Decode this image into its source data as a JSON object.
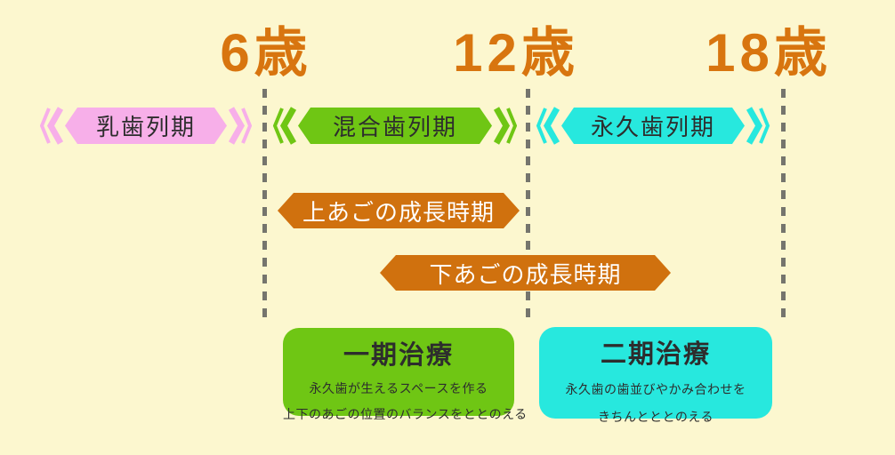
{
  "colors": {
    "background": "#FCF7CF",
    "age_text": "#D8750F",
    "pink": "#F7AFE9",
    "green": "#6FC614",
    "cyan": "#27E8DE",
    "orange": "#D0710E",
    "dash_gray": "#75756D",
    "dark_text": "#2D2D2D",
    "white_text": "#FFFFFF"
  },
  "ages": [
    {
      "label": "6歳"
    },
    {
      "label": "12歳"
    },
    {
      "label": "18歳"
    }
  ],
  "bands": [
    {
      "label": "乳歯列期"
    },
    {
      "label": "混合歯列期"
    },
    {
      "label": "永久歯列期"
    }
  ],
  "growth_bars": [
    {
      "label": "上あごの成長時期"
    },
    {
      "label": "下あごの成長時期"
    }
  ],
  "treatments": [
    {
      "title": "一期治療",
      "lines": [
        "永久歯が生えるスペースを作る",
        "上下のあごの位置のバランスをととのえる"
      ]
    },
    {
      "title": "二期治療",
      "lines": [
        "永久歯の歯並びやかみ合わせを",
        "きちんとととのえる"
      ]
    }
  ]
}
